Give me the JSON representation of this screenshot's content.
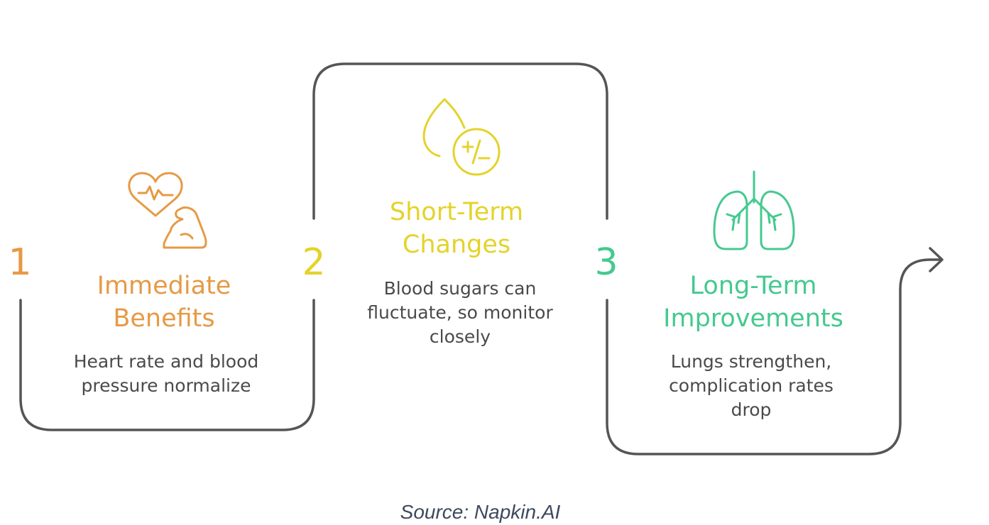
{
  "colors": {
    "step1": "#e69a45",
    "step2": "#e4d32a",
    "step3": "#45c98f",
    "connector": "#555555",
    "text": "#4a4a4a",
    "source": "#3d4a5c"
  },
  "steps": [
    {
      "number": "1",
      "title": "Immediate\nBenefits",
      "description": "Heart rate and blood\npressure normalize",
      "icon": "heart-pulse-arm-icon"
    },
    {
      "number": "2",
      "title": "Short-Term\nChanges",
      "description": "Blood sugars can\nfluctuate, so monitor\nclosely",
      "icon": "drop-plus-minus-icon"
    },
    {
      "number": "3",
      "title": "Long-Term\nImprovements",
      "description": "Lungs strengthen,\ncomplication rates\ndrop",
      "icon": "lungs-icon"
    }
  ],
  "source": "Source: Napkin.AI"
}
